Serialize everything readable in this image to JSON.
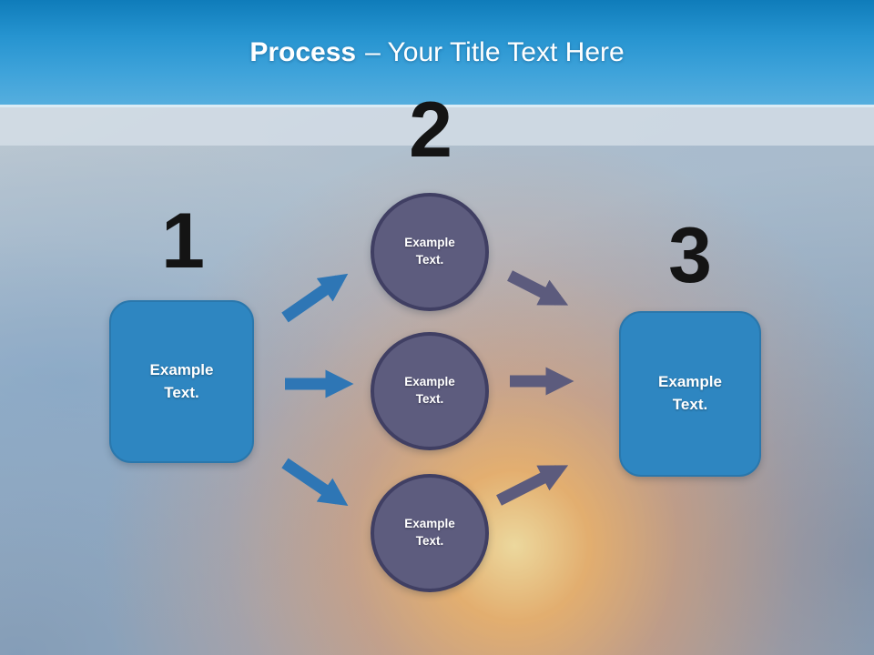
{
  "title": {
    "emphasis": "Process",
    "rest": "– Your Title Text Here"
  },
  "numbers": {
    "one": "1",
    "two": "2",
    "three": "3"
  },
  "left_box": {
    "label": "Example Text."
  },
  "right_box": {
    "label": "Example Text."
  },
  "circles": [
    {
      "label": "Example Text."
    },
    {
      "label": "Example Text."
    },
    {
      "label": "Example Text."
    }
  ],
  "colors": {
    "header_blue_top": "#0f7cba",
    "header_blue_bottom": "#55aede",
    "box_blue": "#2e86c1",
    "circle_purple": "#5d5c7e",
    "circle_border": "#403f63",
    "arrow_blue": "#2e76b5",
    "arrow_purple": "#5c5b7d",
    "number_black": "#141414",
    "glow_orange": "#ff9a32"
  }
}
